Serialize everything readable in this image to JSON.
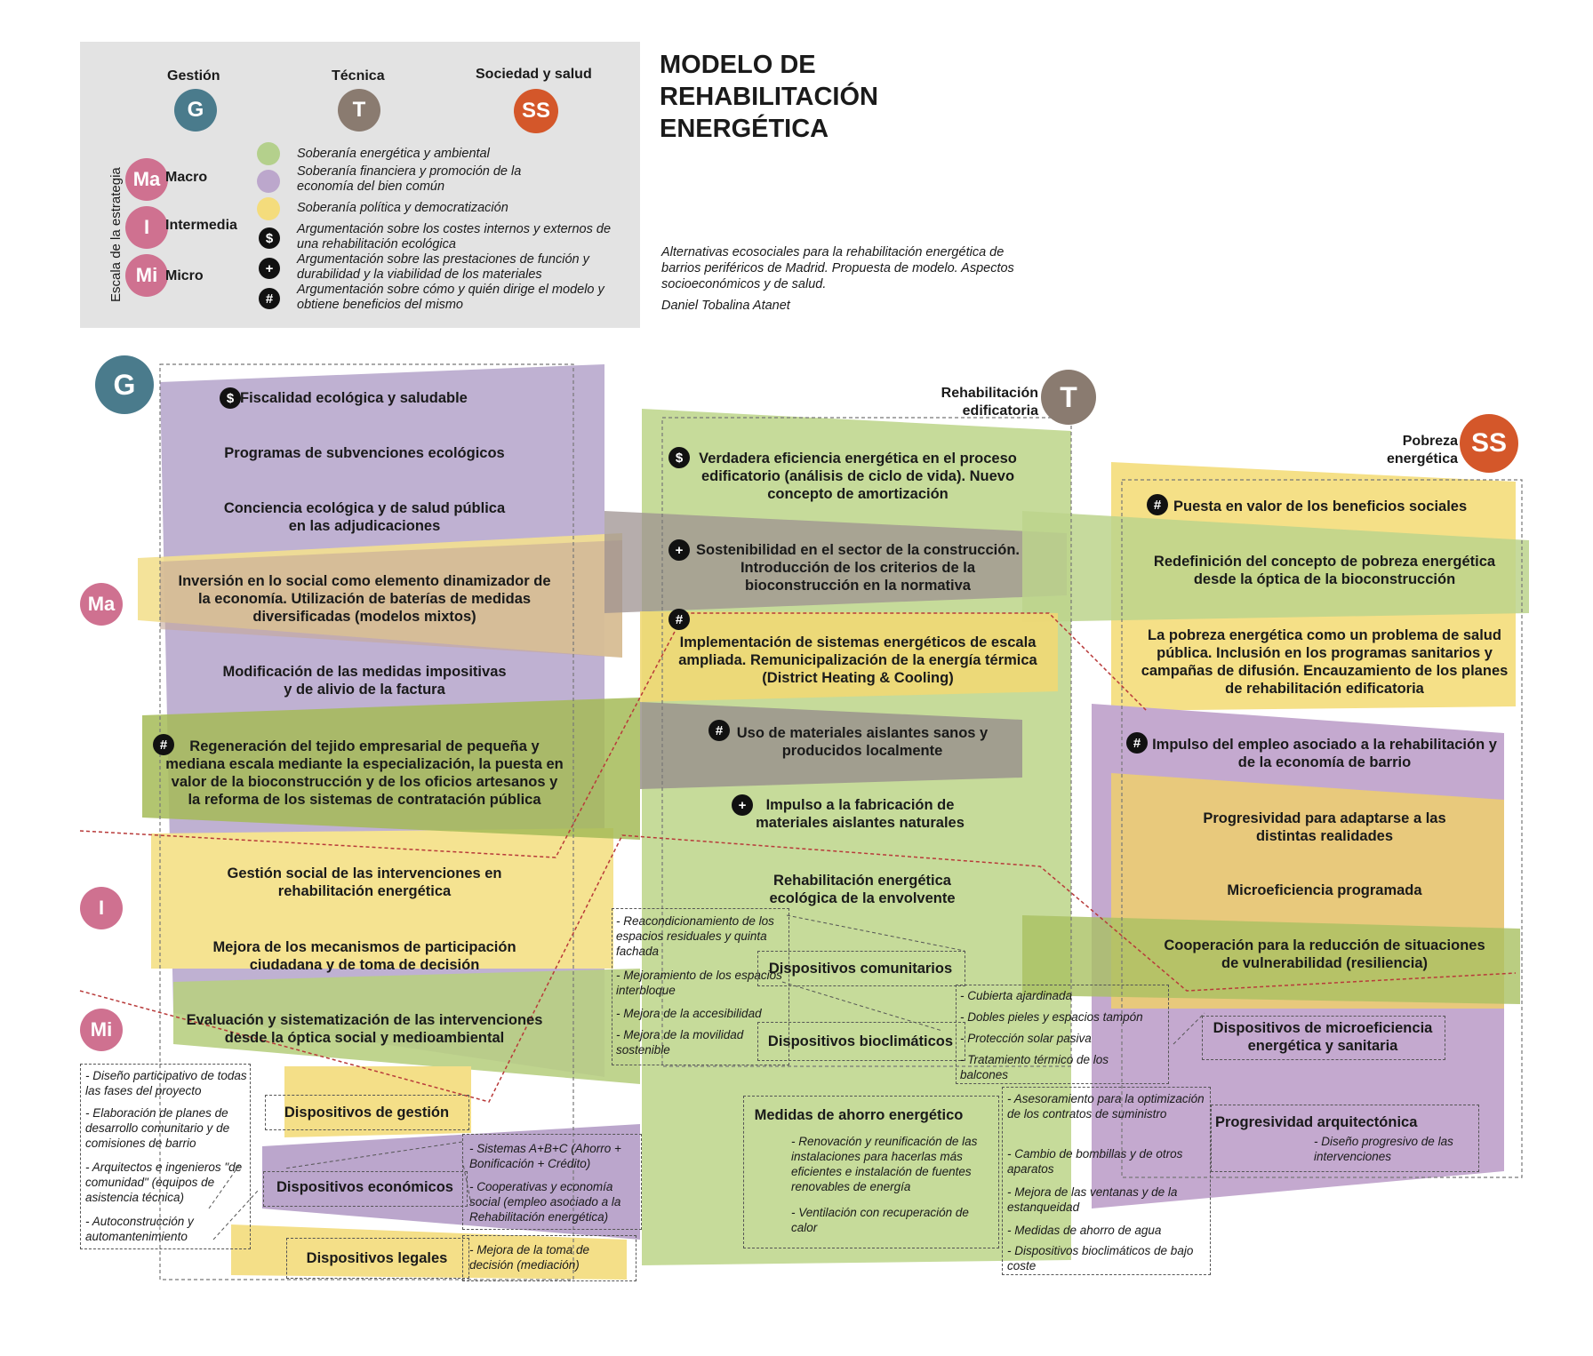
{
  "title": [
    "MODELO DE",
    "REHABILITACIÓN",
    "ENERGÉTICA"
  ],
  "subtitle": "Alternativas ecosociales para la rehabilitación energética de barrios periféricos de Madrid. Propuesta de modelo. Aspectos socioeconómicos y de salud.",
  "author": "Daniel Tobalina Atanet",
  "legend": {
    "gestion_label": "Gestión",
    "tecnica_label": "Técnica",
    "sociedad_label": "Sociedad y salud",
    "g_symbol": "G",
    "t_symbol": "T",
    "ss_symbol": "SS",
    "escala_label": "Escala de la estrategia",
    "scales": [
      {
        "symbol": "Ma",
        "label": "Macro"
      },
      {
        "symbol": "I",
        "label": "Intermedia"
      },
      {
        "symbol": "Mi",
        "label": "Micro"
      }
    ],
    "colors": [
      {
        "label": "Soberanía energética y ambiental",
        "color": "#b4d08c"
      },
      {
        "label": "Soberanía financiera y promoción de la economía del bien común",
        "color": "#bca7cc"
      },
      {
        "label": "Soberanía política y democratización",
        "color": "#f4dc7c"
      }
    ],
    "symbols": [
      {
        "symbol": "$",
        "label": "Argumentación sobre los costes internos y externos de una rehabilitación ecológica"
      },
      {
        "symbol": "+",
        "label": "Argumentación sobre las prestaciones de función y durabilidad y la viabilidad de los materiales"
      },
      {
        "symbol": "#",
        "label": "Argumentación sobre cómo y quién dirige el modelo y obtiene beneficios del mismo"
      }
    ]
  },
  "columns": {
    "g_symbol": "G",
    "t_symbol": "T",
    "t_label": "Rehabilitación edificatoria",
    "ss_symbol": "SS",
    "ss_label": "Pobreza energética"
  },
  "scale_markers": {
    "ma": "Ma",
    "i": "I",
    "mi": "Mi"
  },
  "symbols": {
    "dollar": "$",
    "plus": "+",
    "hash": "#"
  },
  "gestion": [
    "Fiscalidad ecológica y saludable",
    "Programas de subvenciones ecológicos",
    "Conciencia ecológica y de salud pública en las adjudicaciones",
    "Inversión en lo social como elemento dinamizador de la economía. Utilización de baterías de medidas diversificadas (modelos mixtos)",
    "Modificación de las medidas impositivas y de alivio de la factura",
    "Regeneración del tejido empresarial de pequeña y mediana escala mediante la especialización, la puesta en valor de la bioconstrucción y de los oficios artesanos y la reforma de los sistemas de contratación pública",
    "Gestión social de las intervenciones en rehabilitación energética",
    "Mejora de los mecanismos de participación ciudadana y de toma de decisión",
    "Evaluación y sistematización de las intervenciones desde la óptica social y medioambiental"
  ],
  "tecnica": [
    "Verdadera eficiencia energética en el proceso edificatorio (análisis de ciclo de vida). Nuevo concepto de amortización",
    "Sostenibilidad en el sector de la construcción. Introducción de los criterios de la bioconstrucción en la normativa",
    "Implementación de sistemas energéticos de escala ampliada. Remunicipalización de la energía térmica (District Heating & Cooling)",
    "Uso de materiales aislantes sanos y producidos localmente",
    "Impulso a la fabricación de materiales aislantes naturales",
    "Rehabilitación energética ecológica de la envolvente"
  ],
  "sociedad": [
    "Puesta en valor de los beneficios sociales",
    "Redefinición del concepto de pobreza energética desde la óptica de la bioconstrucción",
    "La pobreza energética como un problema de salud pública. Inclusión en los programas sanitarios y campañas de difusión. Encauzamiento de los planes de rehabilitación edificatoria",
    "Impulso del empleo asociado a la rehabilitación y de la economía de barrio",
    "Progresividad para adaptarse a las distintas realidades",
    "Microeficiencia programada",
    "Cooperación para la reducción de situaciones de vulnerabilidad (resiliencia)"
  ],
  "devices": {
    "gestion": "Dispositivos de gestión",
    "economicos": "Dispositivos económicos",
    "legales": "Dispositivos legales",
    "comunitarios": "Dispositivos comunitarios",
    "bioclimaticos": "Dispositivos bioclimáticos",
    "ahorro": "Medidas de ahorro energético",
    "microeficiencia": "Dispositivos de microeficiencia energética y sanitaria",
    "progresividad": "Progresividad arquitectónica"
  },
  "lists": {
    "gestion": [
      "- Diseño participativo de todas las fases del proyecto",
      "- Elaboración de planes de desarrollo comunitario y de comisiones de barrio",
      "- Arquitectos e ingenieros \"de comunidad\" (equipos de asistencia técnica)",
      "- Autoconstrucción y automantenimiento"
    ],
    "economicos": [
      "- Sistemas A+B+C (Ahorro + Bonificación + Crédito)",
      "- Cooperativas y economía social (empleo asociado a la Rehabilitación energética)"
    ],
    "legales": [
      "- Mejora de la toma de decisión (mediación)"
    ],
    "comunitarios": [
      "- Reacondicionamiento de los espacios residuales y quinta fachada",
      "- Mejoramiento de los espacios interbloque",
      "- Mejora de la accesibilidad",
      "- Mejora de la movilidad sostenible"
    ],
    "bioclimaticos": [
      "- Cubierta ajardinada",
      "- Dobles pieles y espacios tampón",
      "- Protección solar pasiva",
      "- Tratamiento térmico de los balcones"
    ],
    "ahorro": [
      "- Renovación y reunificación de las instalaciones para hacerlas más eficientes e instalación de fuentes renovables de energía",
      "- Ventilación con recuperación de calor"
    ],
    "microeficiencia": [
      "- Asesoramiento para la optimización de los contratos de suministro",
      "- Cambio de bombillas y de otros aparatos",
      "- Mejora de las ventanas y de la estanqueidad",
      "- Medidas de ahorro de agua",
      "- Dispositivos bioclimáticos de bajo coste"
    ],
    "progresividad": [
      "- Diseño progresivo de las intervenciones"
    ]
  }
}
